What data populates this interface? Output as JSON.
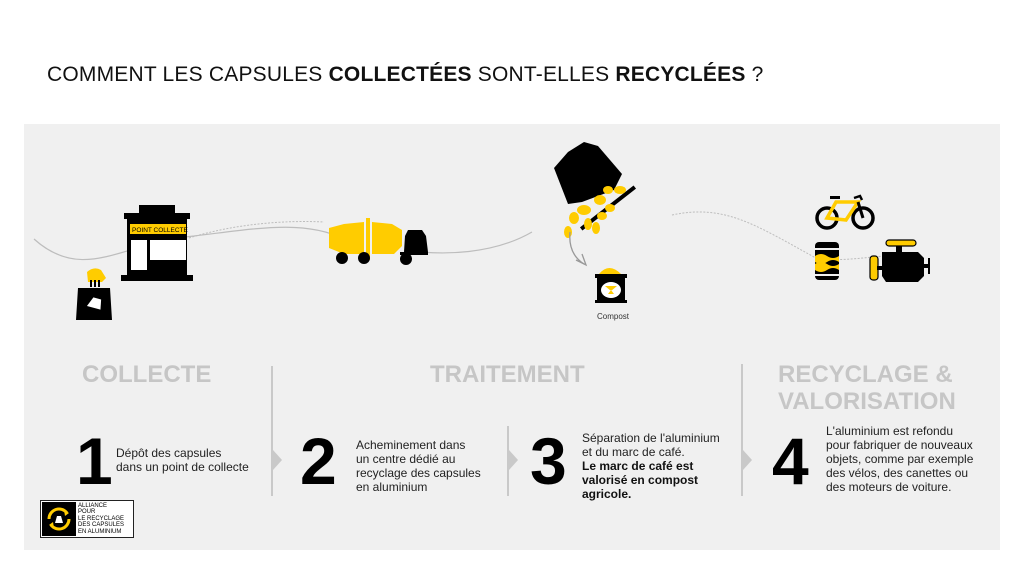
{
  "header": {
    "title_parts": [
      {
        "text": "COMMENT LES CAPSULES ",
        "bold": false
      },
      {
        "text": "COLLECTÉES",
        "bold": true
      },
      {
        "text": " SONT-ELLES ",
        "bold": false
      },
      {
        "text": "RECYCLÉES",
        "bold": true
      },
      {
        "text": " ?",
        "bold": false
      }
    ]
  },
  "illustrations": {
    "shop_sign": "POINT COLLECTE",
    "compost_label": "Compost"
  },
  "phases": [
    {
      "label": "COLLECTE"
    },
    {
      "label": "TRAITEMENT"
    },
    {
      "label_line1": "RECYCLAGE &",
      "label_line2": "VALORISATION"
    }
  ],
  "steps": [
    {
      "number": "1",
      "lines": [
        "Dépôt des capsules",
        "dans un point de collecte"
      ]
    },
    {
      "number": "2",
      "lines": [
        "Acheminement dans",
        "un centre dédié au",
        "recyclage des capsules",
        "en aluminium"
      ]
    },
    {
      "number": "3",
      "lines": [
        "Séparation de l'aluminium",
        "et du marc de café."
      ],
      "bold_lines": [
        "Le marc de café est",
        "valorisé en compost",
        "agricole."
      ]
    },
    {
      "number": "4",
      "lines": [
        "L'aluminium est refondu",
        "pour fabriquer de nouveaux",
        "objets, comme par exemple",
        "des vélos, des canettes ou",
        "des moteurs de voiture."
      ]
    }
  ],
  "logo": {
    "lines": [
      "ALLIANCE",
      "POUR",
      "LE RECYCLAGE",
      "DES CAPSULES",
      "EN ALUMINIUM"
    ]
  },
  "colors": {
    "accent_yellow": "#ffcc00",
    "panel_bg": "#f0f0f0",
    "phase_gray": "#c6c6c6",
    "icon_black": "#000000"
  }
}
